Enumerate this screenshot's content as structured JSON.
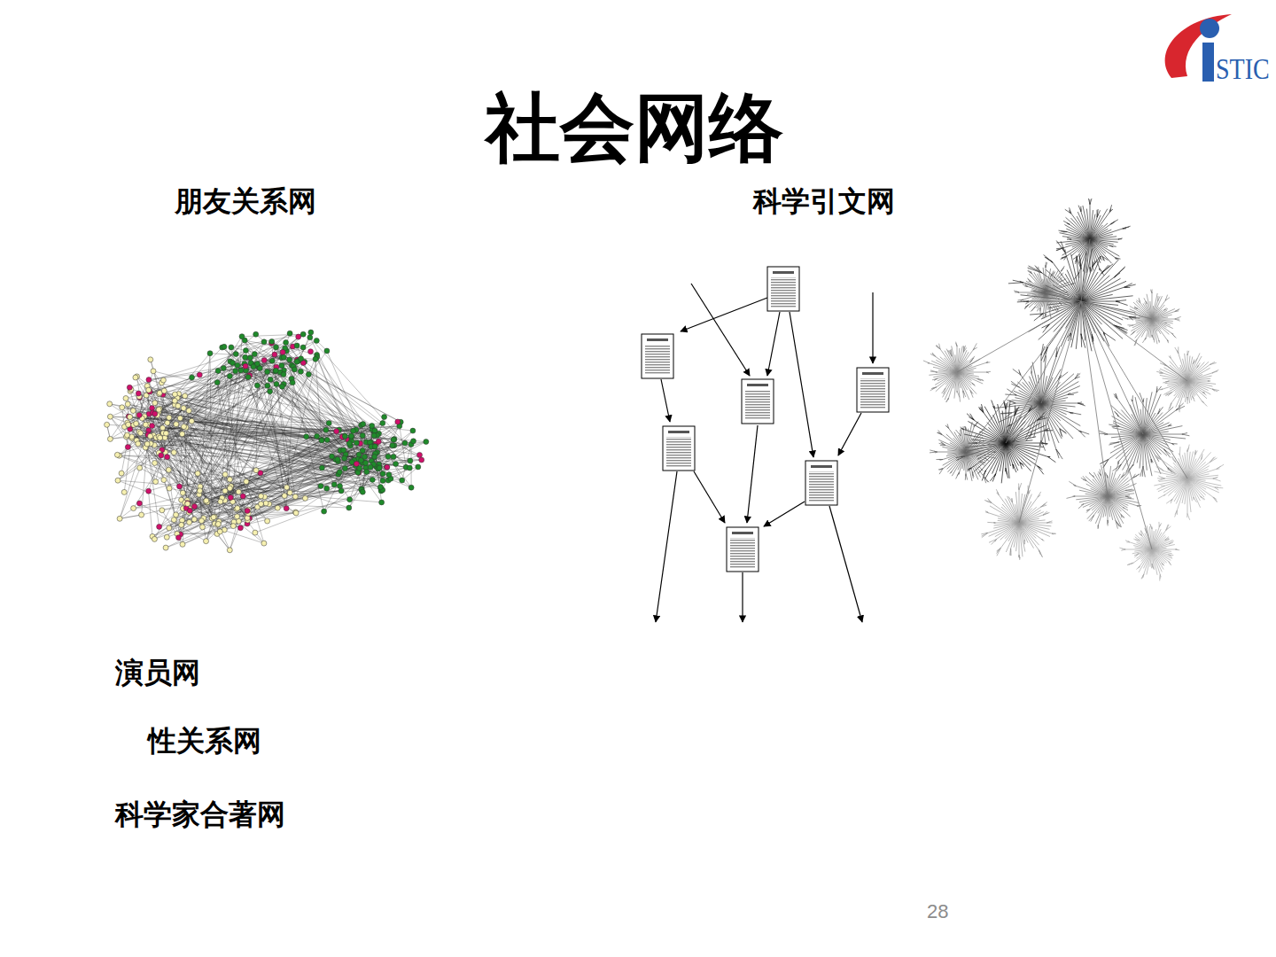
{
  "diagram": {
    "title": "社会网络",
    "labels": [
      "朋友关系网",
      "科学引文网",
      "演员网",
      "性关系网",
      "科学家合著网",
      "28",
      "STIC"
    ]
  }
}
